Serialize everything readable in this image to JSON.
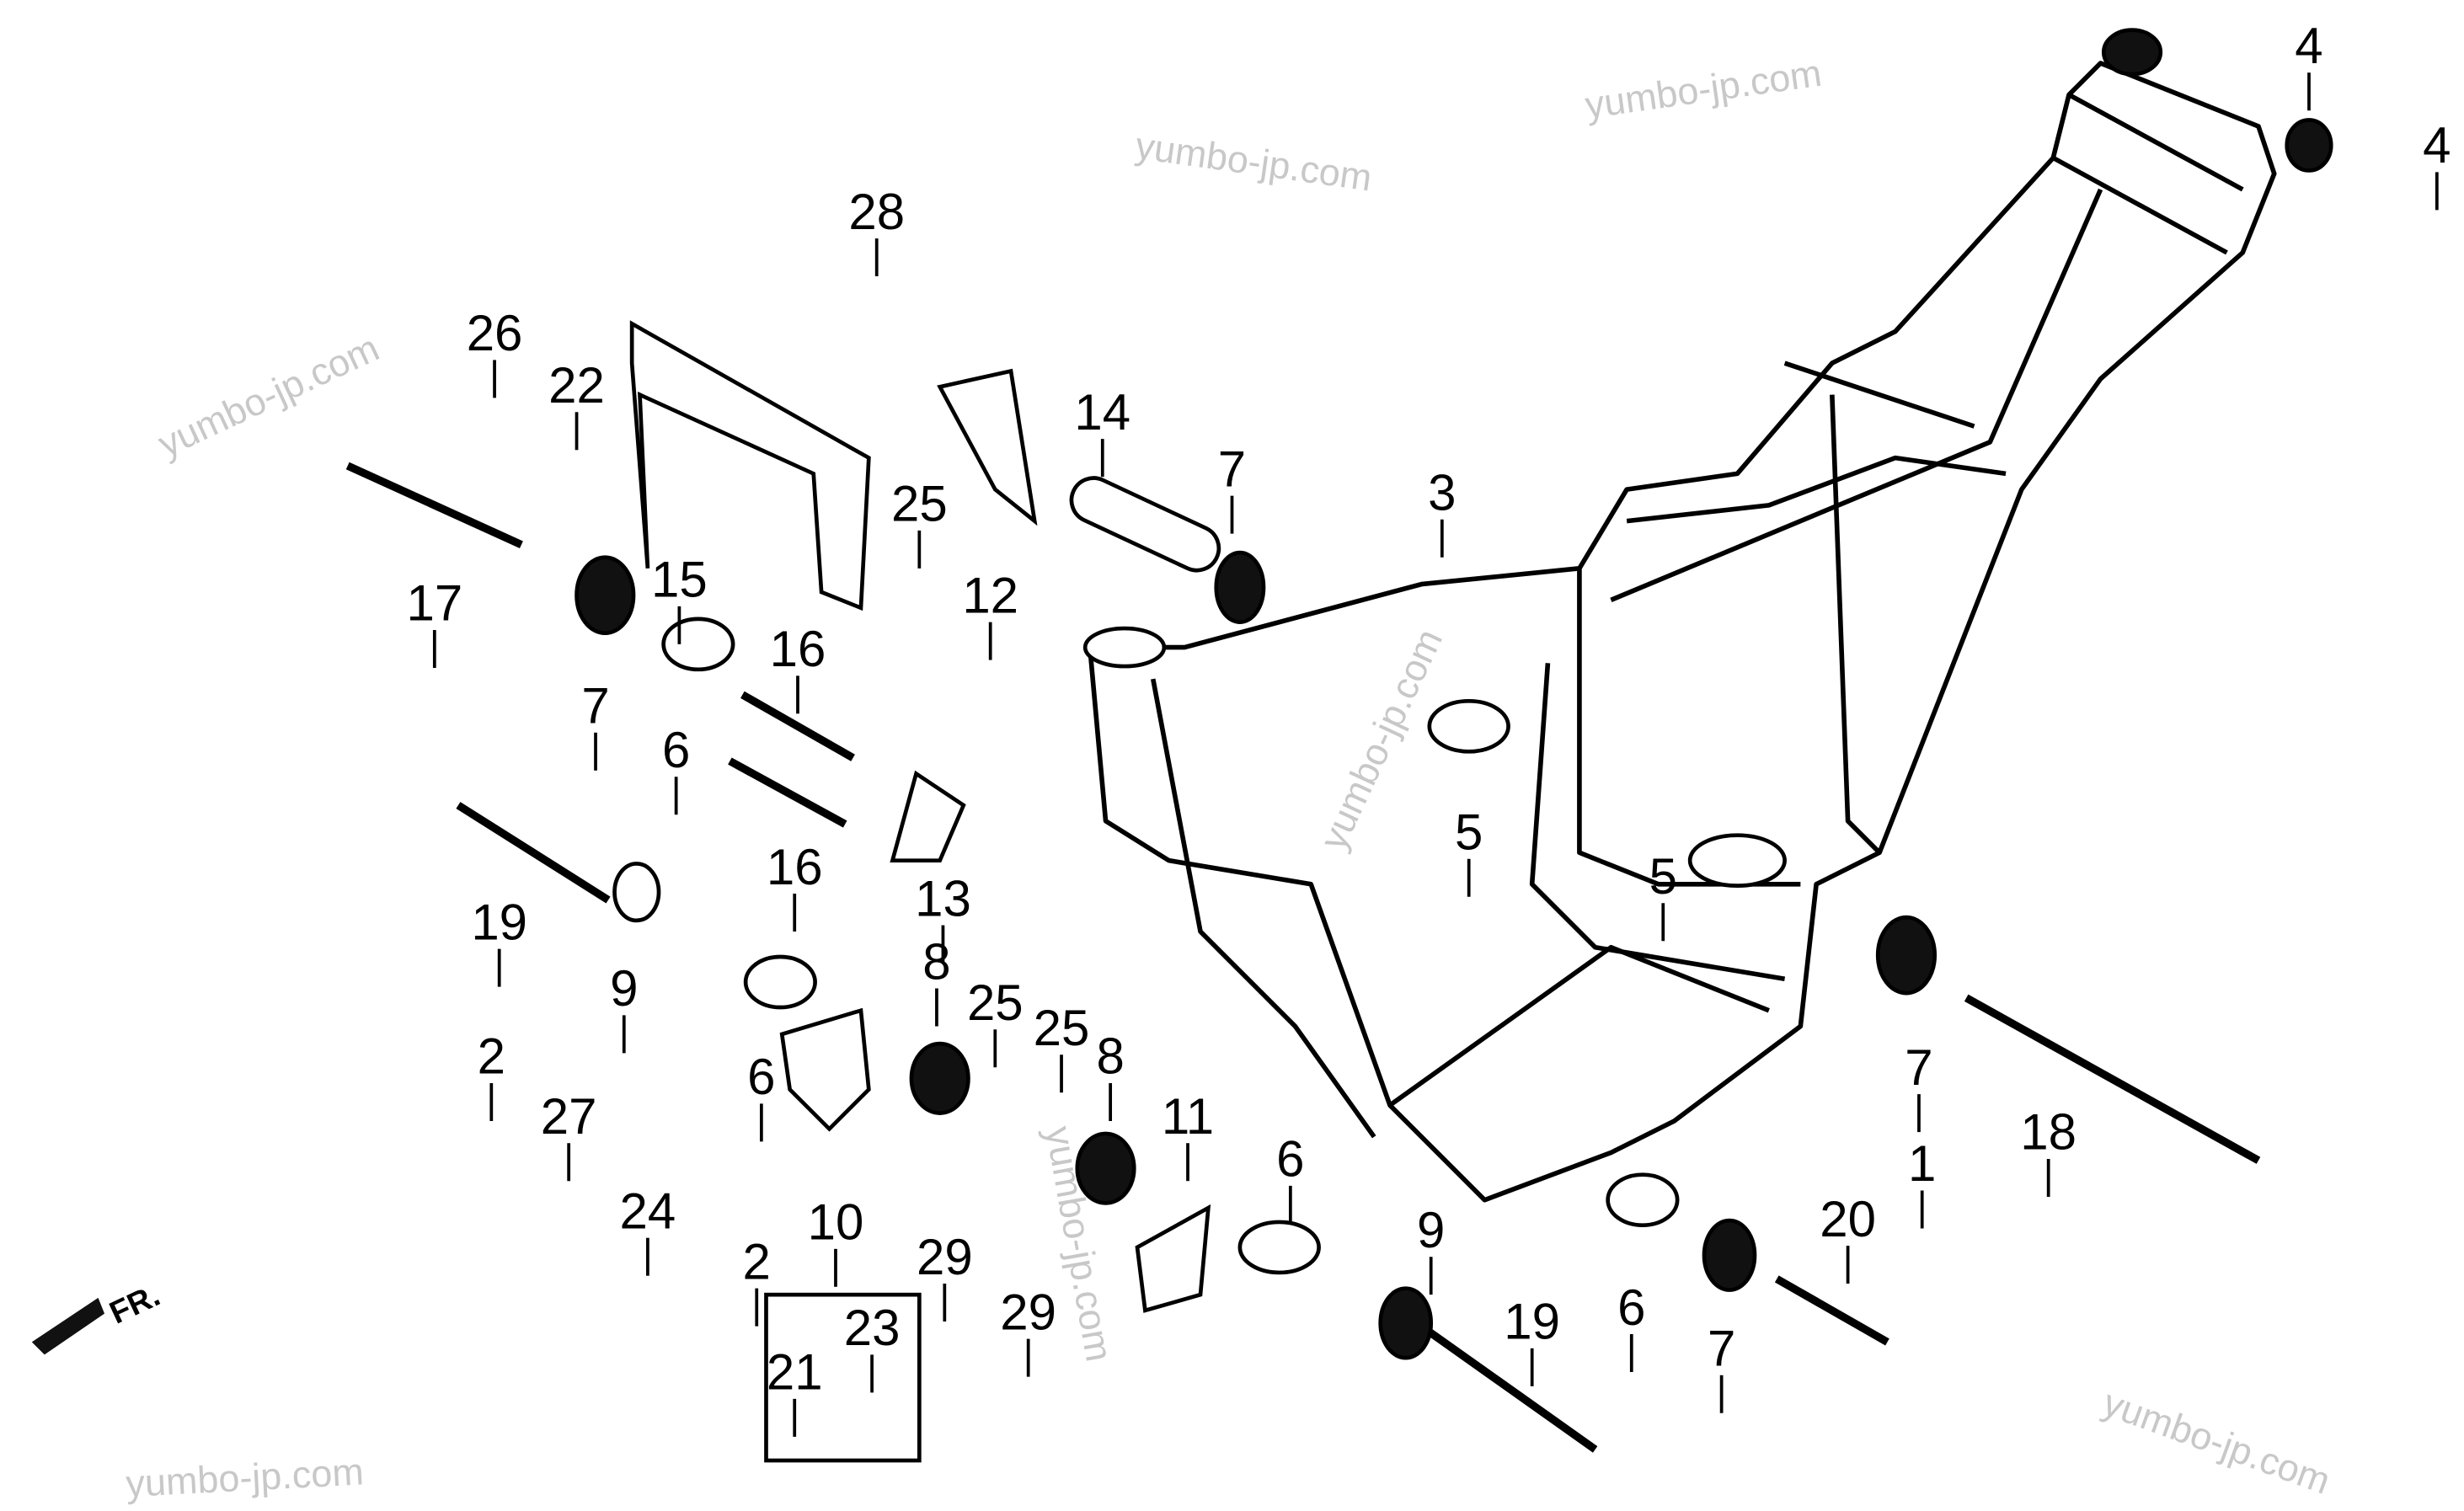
{
  "diagram": {
    "callouts": [
      "4",
      "4",
      "28",
      "26",
      "22",
      "14",
      "7",
      "3",
      "25",
      "17",
      "15",
      "12",
      "7",
      "16",
      "6",
      "5",
      "16",
      "13",
      "19",
      "5",
      "9",
      "8",
      "25",
      "25",
      "8",
      "11",
      "6",
      "2",
      "27",
      "7",
      "18",
      "1",
      "6",
      "24",
      "10",
      "20",
      "9",
      "29",
      "2",
      "19",
      "6",
      "7",
      "29",
      "23",
      "21"
    ],
    "front_indicator": "FR.",
    "watermark": "yumbo-jp.com",
    "line_color": "#000000",
    "watermark_color": "#c8c8c8"
  }
}
